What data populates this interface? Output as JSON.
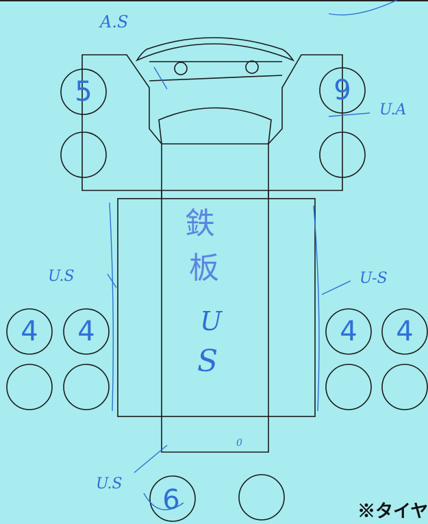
{
  "diagram": {
    "tires": {
      "front_left_top": "5",
      "front_right_top": "9",
      "mid_left_outer_top": "4",
      "mid_left_inner_top": "4",
      "mid_right_inner_top": "4",
      "mid_right_outer_top": "4",
      "rear_left": "6"
    },
    "labels": {
      "front_top": "A.S",
      "front_right": "U.A",
      "left_side": "U.S",
      "right_side": "U-S",
      "bottom_left": "U.S",
      "center_line1": "鉄",
      "center_line2": "板",
      "center_line3": "U",
      "center_line4": "S",
      "center_small": "0"
    },
    "footnote": "※タイヤ"
  },
  "colors": {
    "background": "#a8ecef",
    "line": "#1a1a1a",
    "handwriting": "#2f6fd6"
  }
}
